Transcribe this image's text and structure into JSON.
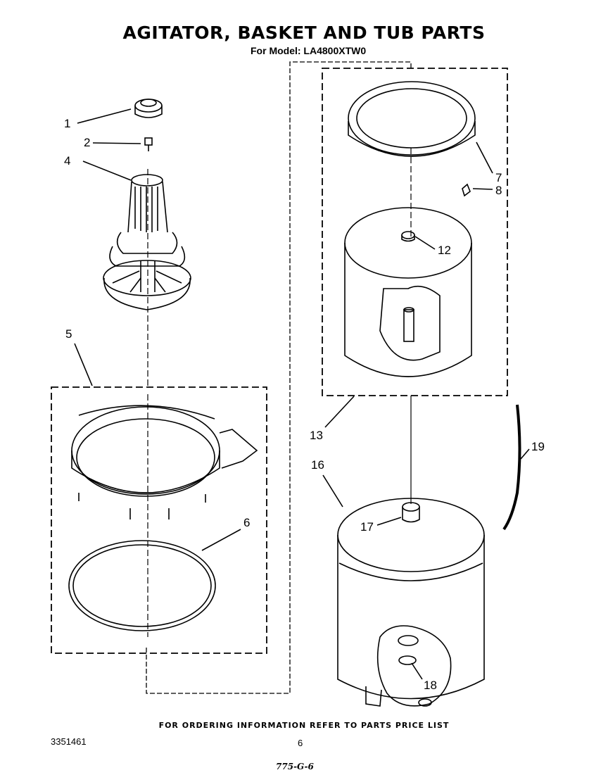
{
  "title": "AGITATOR, BASKET AND TUB PARTS",
  "subtitle": "For Model: LA4800XTW0",
  "footer": "FOR ORDERING INFORMATION REFER TO PARTS PRICE LIST",
  "doc_number": "3351461",
  "page_number": "6",
  "handwritten_note": "775-G-6",
  "callouts": {
    "c1": "1",
    "c2": "2",
    "c4": "4",
    "c5": "5",
    "c6": "6",
    "c7": "7",
    "c8": "8",
    "c12": "12",
    "c13": "13",
    "c16": "16",
    "c17": "17",
    "c18": "18",
    "c19": "19"
  }
}
